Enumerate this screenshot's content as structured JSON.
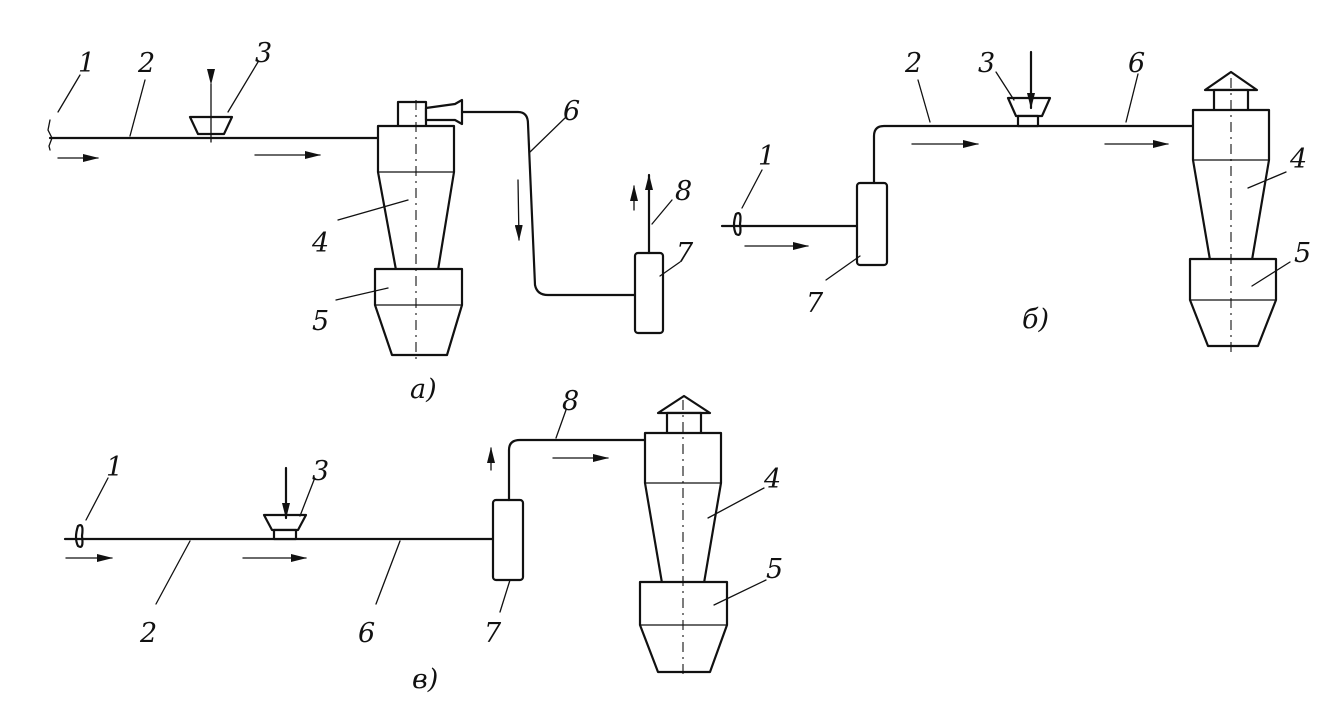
{
  "diagrams": [
    {
      "caption": "a)",
      "labels": {
        "n1": "1",
        "n2": "2",
        "n3": "3",
        "n4": "4",
        "n5": "5",
        "n6": "6",
        "n7": "7",
        "n8": "8"
      }
    },
    {
      "caption": "б)",
      "labels": {
        "n1": "1",
        "n2": "2",
        "n3": "3",
        "n4": "4",
        "n5": "5",
        "n6": "6",
        "n7": "7"
      }
    },
    {
      "caption": "в)",
      "labels": {
        "n1": "1",
        "n2": "2",
        "n3": "3",
        "n4": "4",
        "n5": "5",
        "n6": "6",
        "n7": "7",
        "n8": "8"
      }
    }
  ],
  "style": {
    "ink": "#111111",
    "background": "#ffffff"
  }
}
